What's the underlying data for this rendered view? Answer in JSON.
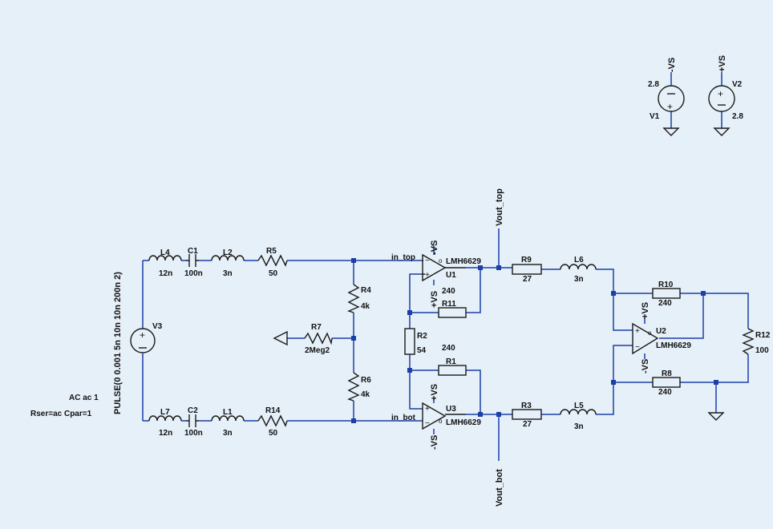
{
  "colors": {
    "background": "#e6f0f8",
    "wire": "#1c3fa8",
    "component": "#1a1a1a",
    "text": "#111111"
  },
  "components": {
    "L4": {
      "name": "L4",
      "value": "12n"
    },
    "C1": {
      "name": "C1",
      "value": "100n"
    },
    "L2": {
      "name": "L2",
      "value": "3n"
    },
    "R5": {
      "name": "R5",
      "value": "50"
    },
    "L7": {
      "name": "L7",
      "value": "12n"
    },
    "C2": {
      "name": "C2",
      "value": "100n"
    },
    "L1": {
      "name": "L1",
      "value": "3n"
    },
    "R14": {
      "name": "R14",
      "value": "50"
    },
    "R4": {
      "name": "R4",
      "value": "4k"
    },
    "R6": {
      "name": "R6",
      "value": "4k"
    },
    "R7": {
      "name": "R7",
      "value": "2Meg2"
    },
    "R2": {
      "name": "R2",
      "value": "54"
    },
    "R11": {
      "name": "R11",
      "value": "240"
    },
    "R1": {
      "name": "R1",
      "value": "240"
    },
    "R9": {
      "name": "R9",
      "value": "27"
    },
    "R3": {
      "name": "R3",
      "value": "27"
    },
    "L6": {
      "name": "L6",
      "value": "3n"
    },
    "L5": {
      "name": "L5",
      "value": "3n"
    },
    "R10": {
      "name": "R10",
      "value": "240"
    },
    "R8": {
      "name": "R8",
      "value": "240"
    },
    "R12": {
      "name": "R12",
      "value": "100"
    },
    "U1": {
      "name": "U1",
      "model": "LMH6629"
    },
    "U2": {
      "name": "U2",
      "model": "LMH6629"
    },
    "U3": {
      "name": "U3",
      "model": "LMH6629"
    },
    "V1": {
      "name": "V1",
      "value": "2.8"
    },
    "V2": {
      "name": "V2",
      "value": "2.8"
    },
    "V3": {
      "name": "V3",
      "source": "PULSE(0 0.001 5n 10n 10n 200n 2)",
      "ac": "AC ac 1",
      "parasitics": "Rser=ac Cpar=1"
    }
  },
  "nets": {
    "in_top": "in_top",
    "in_bot": "in_bot",
    "vout_top": "Vout_top",
    "vout_bot": "Vout_bot",
    "plus_vs": "+VS",
    "minus_vs": "-VS"
  }
}
